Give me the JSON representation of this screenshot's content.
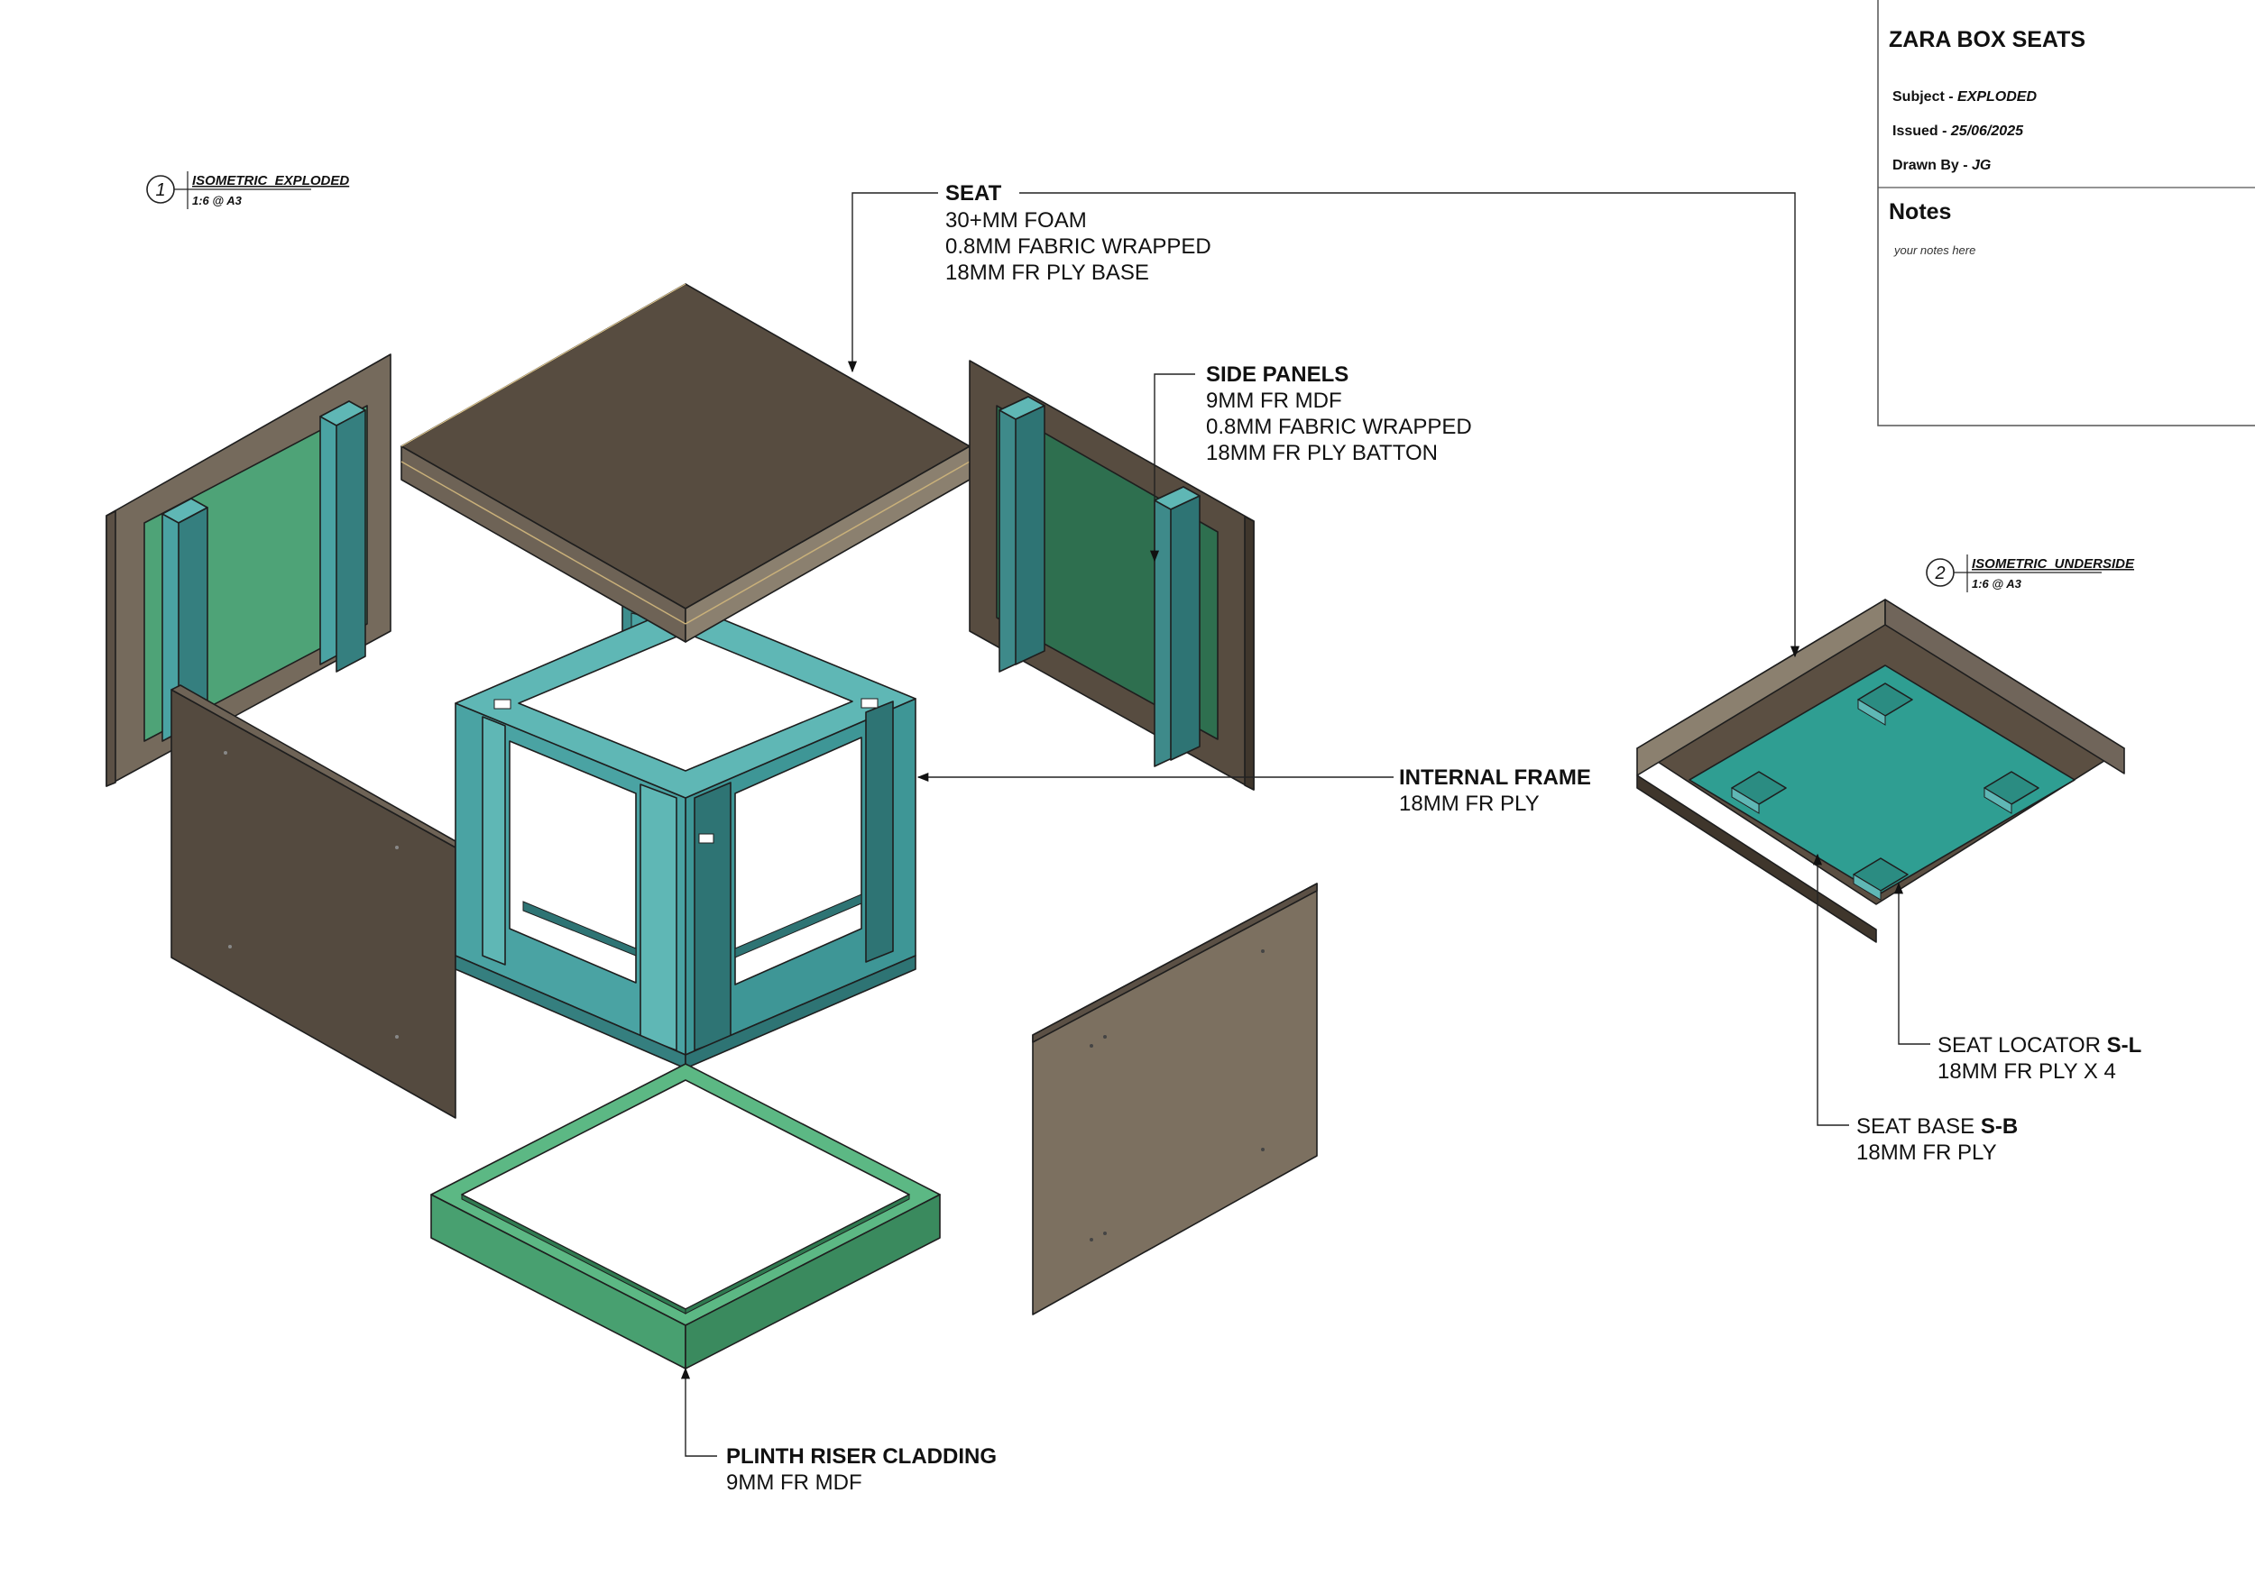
{
  "title_block": {
    "title": "ZARA BOX SEATS",
    "subject_label": "Subject - ",
    "subject_value": "EXPLODED",
    "issued_label": "Issued - ",
    "issued_value": "25/06/2025",
    "drawn_label": "Drawn By - ",
    "drawn_value": "JG",
    "notes_heading": "Notes",
    "notes_text": "your notes here"
  },
  "views": [
    {
      "number": "1",
      "name": "ISOMETRIC_EXPLODED",
      "scale": "1:6 @ A3"
    },
    {
      "number": "2",
      "name": "ISOMETRIC_UNDERSIDE",
      "scale": "1:6 @ A3"
    }
  ],
  "callouts": {
    "seat": {
      "heading": "SEAT",
      "lines": [
        "30+MM FOAM",
        "0.8MM FABRIC WRAPPED",
        "18MM FR PLY BASE"
      ]
    },
    "side_panels": {
      "heading": "SIDE PANELS",
      "lines": [
        "9MM FR MDF",
        "0.8MM FABRIC WRAPPED",
        "18MM FR PLY BATTON"
      ]
    },
    "internal_frame": {
      "heading": "INTERNAL FRAME",
      "lines": [
        "18MM FR PLY"
      ]
    },
    "plinth": {
      "heading": "PLINTH RISER CLADDING",
      "lines": [
        "9MM FR MDF"
      ]
    },
    "seat_locator": {
      "text": "SEAT LOCATOR ",
      "code": "S-L",
      "lines": [
        "18MM FR PLY X 4"
      ]
    },
    "seat_base": {
      "text": "SEAT BASE ",
      "code": "S-B",
      "lines": [
        "18MM FR PLY"
      ]
    }
  },
  "colors": {
    "panel_brown": "#756a5c",
    "panel_dark": "#544a3f",
    "fabric_green": "#4ea377",
    "frame_teal": "#4aa3a3",
    "frame_teal_dark": "#2e7474",
    "plinth_green": "#48a070",
    "base_teal": "#2f9e92"
  },
  "icons": [
    "seat-cushion-graphic",
    "side-panel-graphic",
    "internal-frame-graphic",
    "plinth-graphic",
    "seat-underside-graphic"
  ]
}
